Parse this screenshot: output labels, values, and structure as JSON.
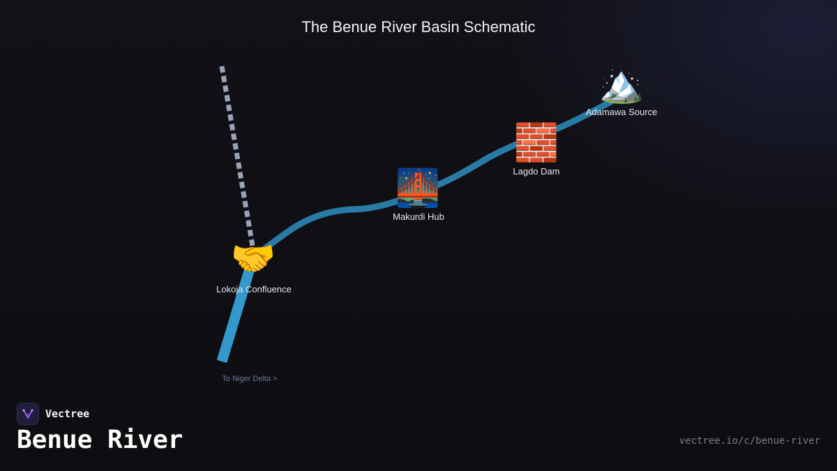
{
  "title": "The Benue River Basin Schematic",
  "nodes": {
    "source": {
      "label": "Adamawa Source",
      "icon": "mountain-icon",
      "glyph": "🏔️"
    },
    "dam": {
      "label": "Lagdo Dam",
      "icon": "brick-wall-icon",
      "glyph": "🧱"
    },
    "hub": {
      "label": "Makurdi Hub",
      "icon": "bridge-at-night-icon",
      "glyph": "🌉"
    },
    "confluence": {
      "label": "Lokoja Confluence",
      "icon": "handshake-icon",
      "glyph": "🤝"
    }
  },
  "outflow_label": "To Niger Delta >",
  "colors": {
    "river_benue": "#2a7aa6",
    "river_lower": "#3399cc",
    "tributary_dashed": "#9aa4b8",
    "background": "#0f0f13"
  },
  "brand": {
    "name": "Vectree",
    "headline": "Benue River",
    "url": "vectree.io/c/benue-river",
    "logo_icon": "vectree-logo-icon"
  }
}
